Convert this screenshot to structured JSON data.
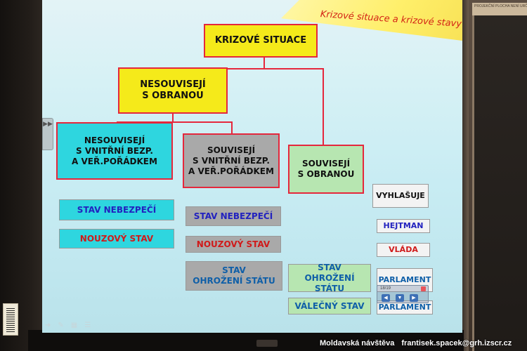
{
  "slide": {
    "title": "Krizové situace a krizové stavy",
    "root": "KRIZOVÉ SITUACE",
    "level2": [
      "NESOUVISEJÍ",
      "S OBRANOU"
    ],
    "cat_a": [
      "NESOUVISEJÍ",
      "S VNITŘNÍ BEZP.",
      "A VEŘ.POŘÁDKEM"
    ],
    "cat_b": [
      "SOUVISEJÍ",
      "S VNITŘNÍ BEZP.",
      "A VEŘ.POŘÁDKEM"
    ],
    "cat_c": [
      "SOUVISEJÍ",
      "S OBRANOU"
    ],
    "states_a": [
      "STAV NEBEZPEČÍ",
      "NOUZOVÝ STAV"
    ],
    "states_b": [
      "STAV NEBEZPEČÍ",
      "NOUZOVÝ STAV",
      "STAV",
      "OHROŽENÍ STÁTU"
    ],
    "states_c": [
      "STAV",
      "OHROŽENÍ STÁTU",
      "VÁLEČNÝ STAV"
    ],
    "authority": [
      "VYHLAŠUJE",
      "HEJTMAN",
      "VLÁDA",
      "PARLAMENT",
      "PARLAMENT"
    ]
  },
  "toolbar": {
    "page_number": "18/19"
  },
  "footer": {
    "left": "Moldavská návštěva",
    "right": "frantisek.spacek@grh.izscr.cz"
  },
  "board": {
    "strip_text": "PROJEKČNÍ PLOCHA  NENÍ URČENO PRO"
  },
  "colors": {
    "yellow_box": "#f5ea1a",
    "cyan_box": "#2ed6df",
    "gray_box": "#a9a9a9",
    "green_box": "#b7e6b1",
    "connector": "#e5273c",
    "title_text": "#d32215"
  }
}
